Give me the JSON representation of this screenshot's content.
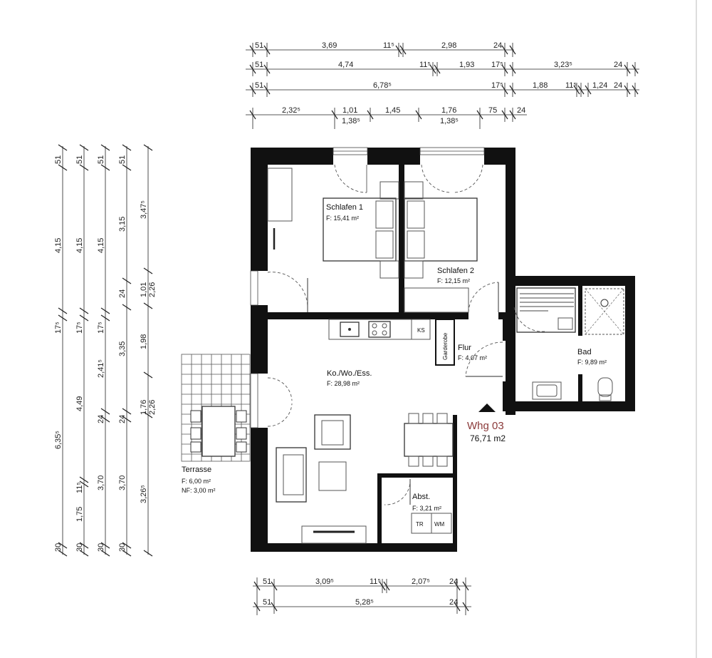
{
  "unit": {
    "name": "Whg 03",
    "area": "76,71 m2"
  },
  "rooms": {
    "schlafen1": {
      "name": "Schlafen 1",
      "area": "F:  15,41 m²"
    },
    "schlafen2": {
      "name": "Schlafen 2",
      "area": "F:  12,15 m²"
    },
    "kowoess": {
      "name": "Ko./Wo./Ess.",
      "area": "F:       28,98 m²"
    },
    "flur": {
      "name": "Flur",
      "area": "F: 4,07 m²"
    },
    "bad": {
      "name": "Bad",
      "area": "F: 9,89 m²"
    },
    "abst": {
      "name": "Abst.",
      "area": "F: 3,21 m²"
    },
    "terrasse": {
      "name": "Terrasse",
      "area": "F:   6,00 m²",
      "area2": "NF: 3,00 m²"
    }
  },
  "labels": {
    "ks": "KS",
    "garderobe": "Garderobe",
    "tr": "TR",
    "wm": "WM"
  },
  "dims": {
    "top_row1": [
      "51",
      "3,69",
      "11⁵",
      "2,98",
      "24"
    ],
    "top_row2": [
      "51",
      "4,74",
      "11⁵",
      "1,93",
      "17⁵",
      "3,23⁵",
      "24"
    ],
    "top_row3": [
      "51",
      "6,78⁵",
      "17⁵",
      "1,88",
      "11⁵",
      "1,24",
      "24"
    ],
    "top_row4": [
      "2,32⁵",
      "1,01",
      "1,45",
      "1,76",
      "75",
      "24"
    ],
    "top_row4_sub": [
      "1,38⁵",
      "1,38⁵"
    ],
    "bottom_row1": [
      "51",
      "3,09⁵",
      "11⁵",
      "2,07⁵",
      "24"
    ],
    "bottom_row2": [
      "51",
      "5,28⁵",
      "24"
    ],
    "left_col1": [
      "51",
      "4,15",
      "17⁵",
      "6,35⁵",
      "30"
    ],
    "left_col2": [
      "51",
      "4,15",
      "17⁵",
      "4,49",
      "11⁵",
      "1,75",
      "30"
    ],
    "left_col3": [
      "51",
      "4,15",
      "17⁵",
      "2,41⁵",
      "24",
      "3,70",
      "30"
    ],
    "left_col4": [
      "51",
      "3,15",
      "24",
      "3,35",
      "24",
      "3,70",
      "30"
    ],
    "left_col5": [
      "3,47⁵",
      "1,01",
      "1,98",
      "1,76",
      "3,26⁵"
    ],
    "left_col5_sub": [
      "2,26",
      "2,26"
    ]
  }
}
